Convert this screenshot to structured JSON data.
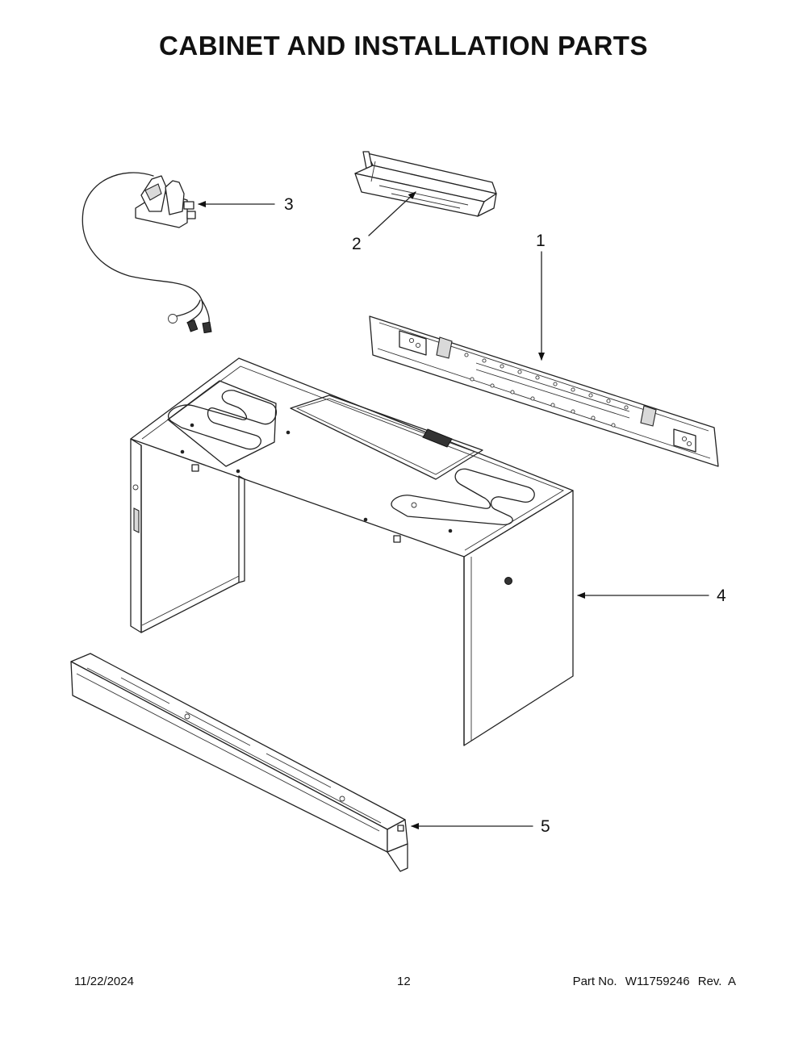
{
  "header": {
    "title": "CABINET AND INSTALLATION PARTS"
  },
  "callouts": [
    {
      "id": "1",
      "label": "1"
    },
    {
      "id": "2",
      "label": "2"
    },
    {
      "id": "3",
      "label": "3"
    },
    {
      "id": "4",
      "label": "4"
    },
    {
      "id": "5",
      "label": "5"
    }
  ],
  "footer": {
    "date": "11/22/2024",
    "page": "12",
    "part_prefix": "Part No.",
    "part_number": "W11759246",
    "revision": "Rev.  A"
  }
}
